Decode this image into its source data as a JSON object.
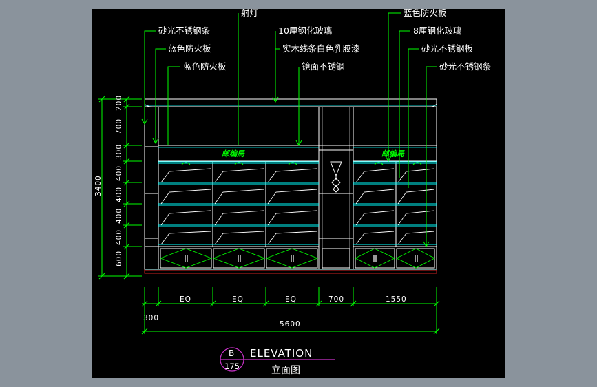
{
  "callouts_left": [
    "砂光不锈钢条",
    "蓝色防火板",
    "蓝色防火板"
  ],
  "callouts_center": [
    "射灯",
    "10厘钢化玻璃",
    "实木线条白色乳胶漆",
    "镜面不锈钢"
  ],
  "callouts_right": [
    "蓝色防火板",
    "8厘钢化玻璃",
    "砂光不锈钢板",
    "砂光不锈钢条"
  ],
  "vertical_dims": [
    "200",
    "700",
    "300",
    "400",
    "400",
    "400",
    "400",
    "600"
  ],
  "total_height": "3400",
  "horizontal_dims": [
    "EQ",
    "EQ",
    "EQ",
    "700",
    "1550"
  ],
  "dim_300": "300",
  "total_width": "5600",
  "sign_text": "邮编局",
  "title": {
    "drawing_no": "B",
    "sheet_no": "175",
    "label_en": "ELEVATION",
    "label_cn": "立面图"
  },
  "colors": {
    "background": "#000000",
    "leader": "#00ff00",
    "cabinet": "#ffffff",
    "shelf": "#00ffff",
    "title_line": "#cc33cc",
    "base": "#cc2222"
  }
}
